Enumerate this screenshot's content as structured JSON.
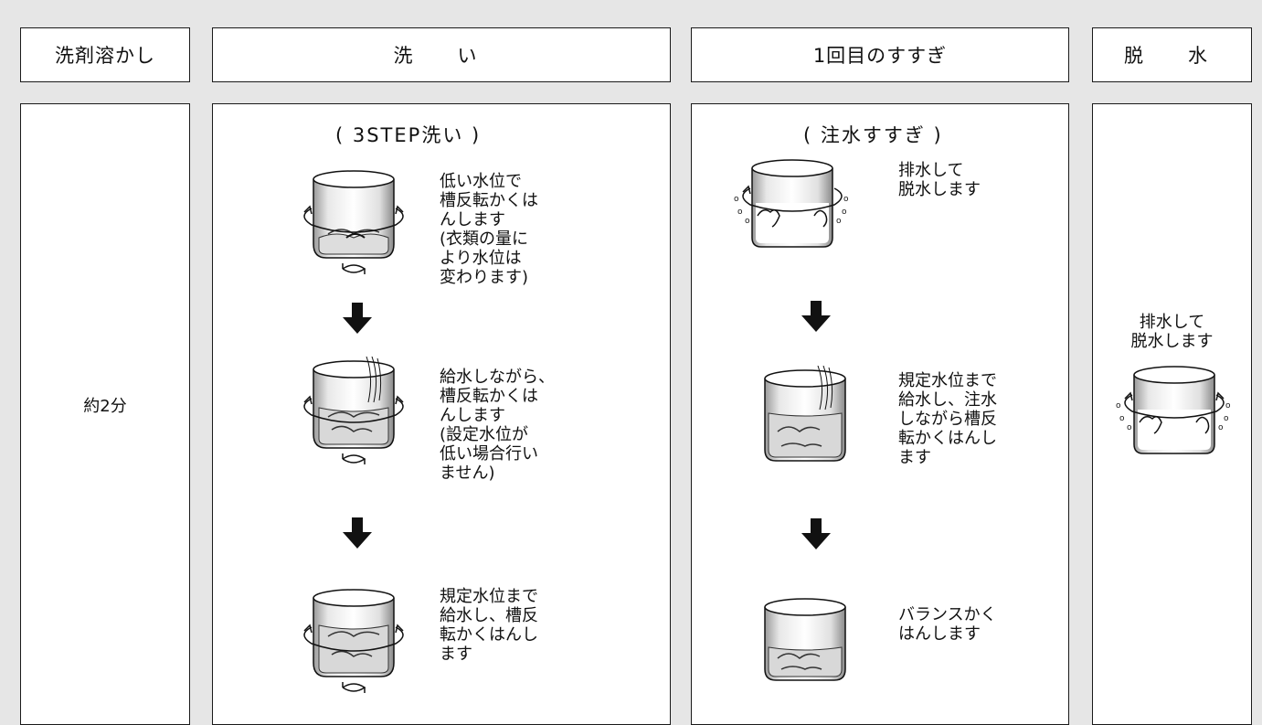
{
  "headers": {
    "dissolve": "洗剤溶かし",
    "wash": "洗　い",
    "rinse1": "1回目のすすぎ",
    "spin": "脱　水"
  },
  "dissolve": {
    "duration": "約2分"
  },
  "wash": {
    "subtitle": "( 3STEP洗い )",
    "steps": [
      {
        "text": "低い水位で\n槽反転かくは\nんします\n(衣類の量に\nより水位は\n変わります)"
      },
      {
        "text": "給水しながら、\n槽反転かくは\nんします\n(設定水位が\n低い場合行い\nません)"
      },
      {
        "text": "規定水位まで\n給水し、槽反\n転かくはんし\nます"
      }
    ]
  },
  "rinse": {
    "subtitle": "( 注水すすぎ )",
    "steps": [
      {
        "text": "排水して\n脱水します"
      },
      {
        "text": "規定水位まで\n給水し、注水\nしながら槽反\n転かくはんし\nます"
      },
      {
        "text": "バランスかく\nはんします"
      }
    ]
  },
  "spin": {
    "text": "排水して\n脱水します"
  }
}
